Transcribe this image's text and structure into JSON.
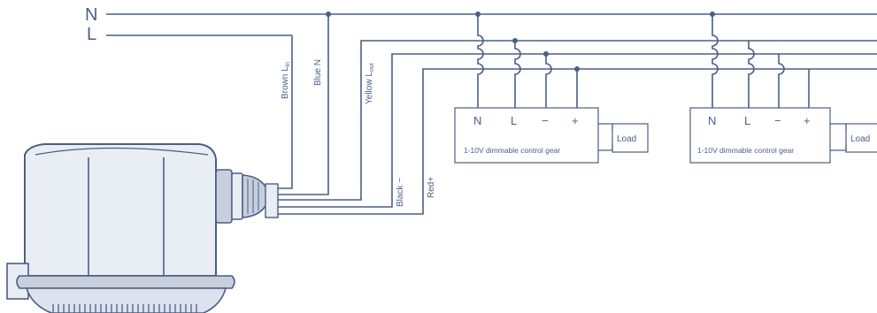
{
  "colors": {
    "line": "#4a5f86",
    "sensor_fill": "#e9edf4",
    "sensor_dark": "#c7cfdc"
  },
  "mains": {
    "neutral_label": "N",
    "line_label": "L"
  },
  "wires": {
    "brown": "Brown L",
    "brown_sub": "in",
    "blue": "Blue N",
    "yellow": "Yellow L",
    "yellow_sub": "out",
    "black": "Black −",
    "red": "Red+"
  },
  "control_gears": [
    {
      "terminals": [
        "N",
        "L",
        "−",
        "+"
      ],
      "title": "1-10V dimmable control gear",
      "load_label": "Load"
    },
    {
      "terminals": [
        "N",
        "L",
        "−",
        "+"
      ],
      "title": "1-10V dimmable control gear",
      "load_label": "Load"
    }
  ],
  "sensor": {
    "icon": "sensor-device-icon"
  }
}
